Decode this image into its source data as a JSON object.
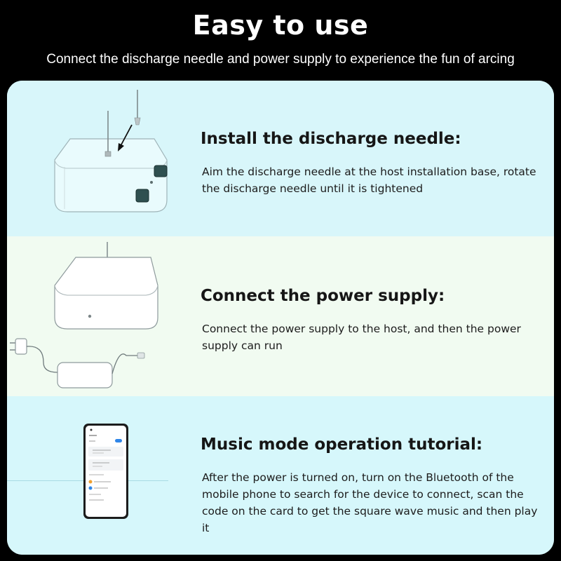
{
  "header": {
    "title": "Easy to use",
    "subtitle": "Connect the discharge needle and power supply to experience the fun of arcing"
  },
  "steps": [
    {
      "heading": "Install the discharge needle:",
      "description": "Aim the discharge needle at the host installation base, rotate the discharge needle until it is tightened",
      "illustration": "discharge-needle-install-icon"
    },
    {
      "heading": "Connect the power supply:",
      "description": "Connect the power supply to the host, and then the power supply can run",
      "illustration": "power-supply-icon"
    },
    {
      "heading": "Music mode operation tutorial:",
      "description": "After the power is turned on, turn on the Bluetooth of the mobile phone to search for the device to connect, scan the code on the card to get the square wave music and then play it",
      "illustration": "phone-app-icon"
    }
  ],
  "colors": {
    "background": "#000000",
    "band_cyan": "#d8f6fa",
    "band_mint": "#f1fbf1",
    "accent_blue": "#2f86e8"
  }
}
